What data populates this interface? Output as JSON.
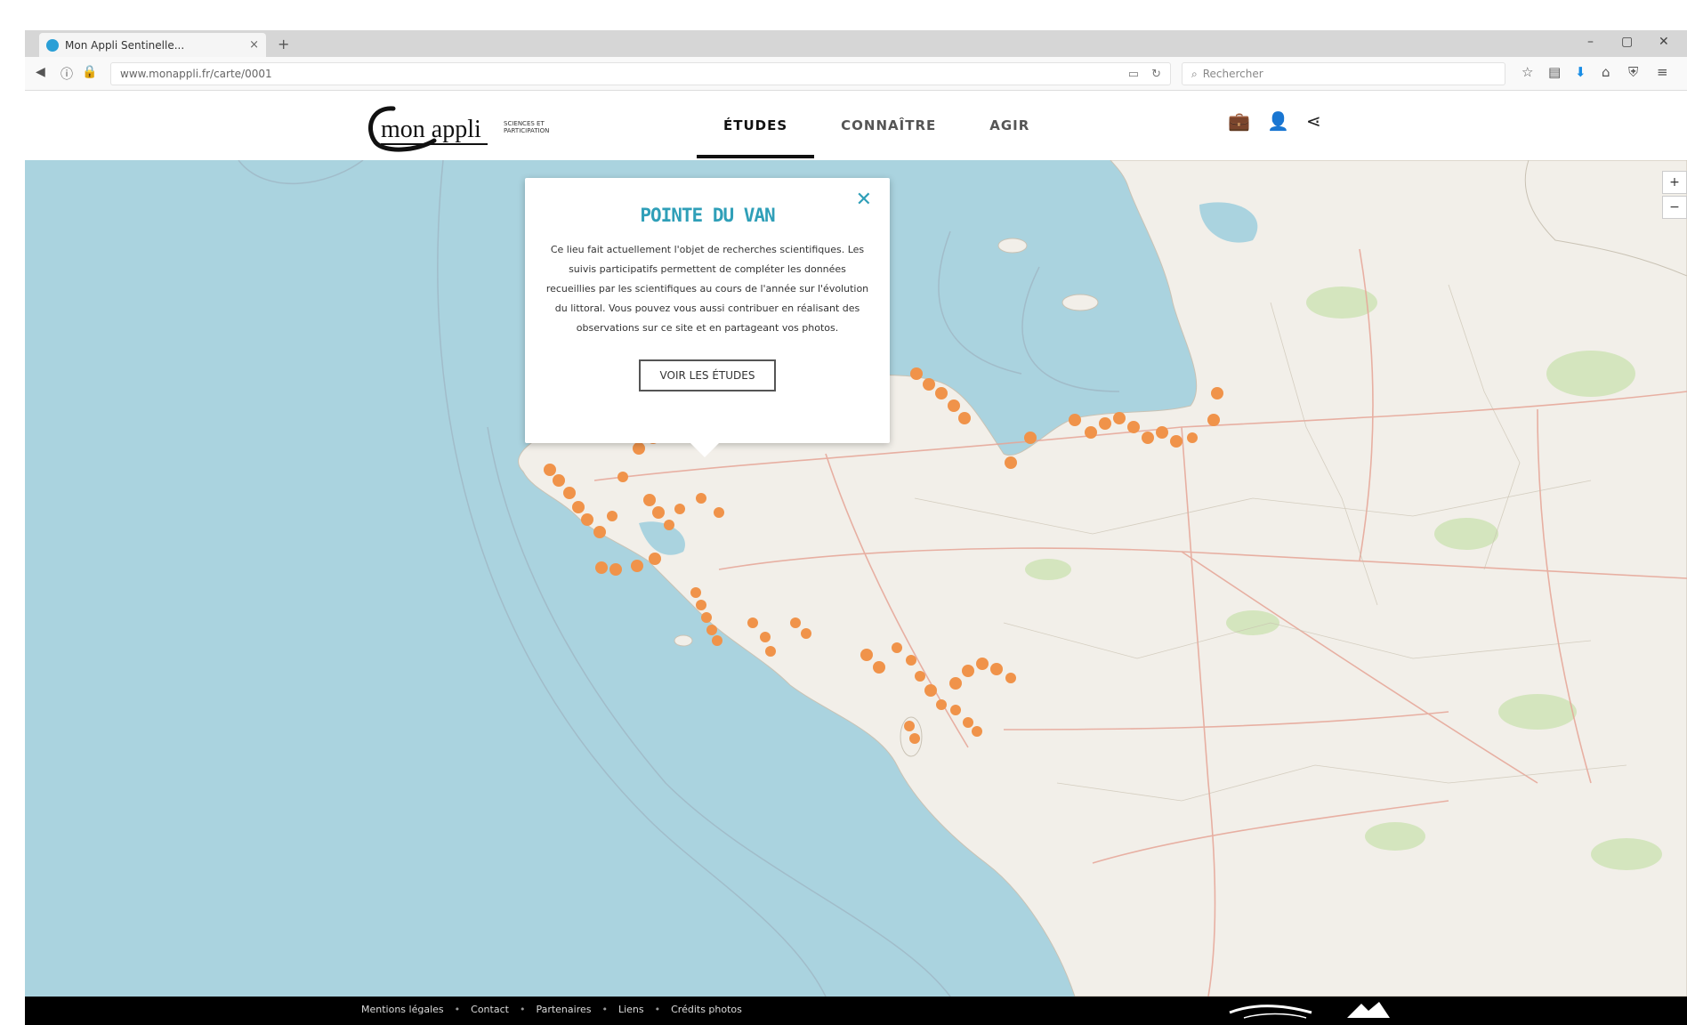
{
  "browser": {
    "tab_title": "Mon Appli Sentinelle...",
    "tab_close": "×",
    "new_tab": "+",
    "url": "www.monappli.fr/carte/0001",
    "search_placeholder": "Rechercher",
    "window_controls": [
      "–",
      "▢",
      "✕"
    ]
  },
  "site": {
    "logo_text": "mon appli",
    "logo_tagline": "SCIENCES ET PARTICIPATION",
    "nav": [
      {
        "label": "ÉTUDES",
        "active": true
      },
      {
        "label": "CONNAÎTRE",
        "active": false
      },
      {
        "label": "AGIR",
        "active": false
      }
    ]
  },
  "popup": {
    "title": "POINTE DU VAN",
    "close": "✕",
    "body": "Ce lieu fait actuellement l'objet de recherches scientifiques. Les suivis participatifs permettent de compléter les données recueillies par les scientifiques au cours de l'année sur l'évolution du littoral. Vous pouvez vous aussi contribuer en réalisant des observations sur ce site et en partageant vos photos.",
    "button": "VOIR LES ÉTUDES"
  },
  "map": {
    "colors": {
      "sea": "#aad3df",
      "land": "#f2efe9",
      "marker": "#f0934a",
      "selected_marker": "#1a6e8e"
    },
    "controls": [
      "+",
      "−"
    ]
  },
  "footer": {
    "links": [
      "Mentions légales",
      "Contact",
      "Partenaires",
      "Liens",
      "Crédits photos"
    ],
    "separator": "•"
  }
}
